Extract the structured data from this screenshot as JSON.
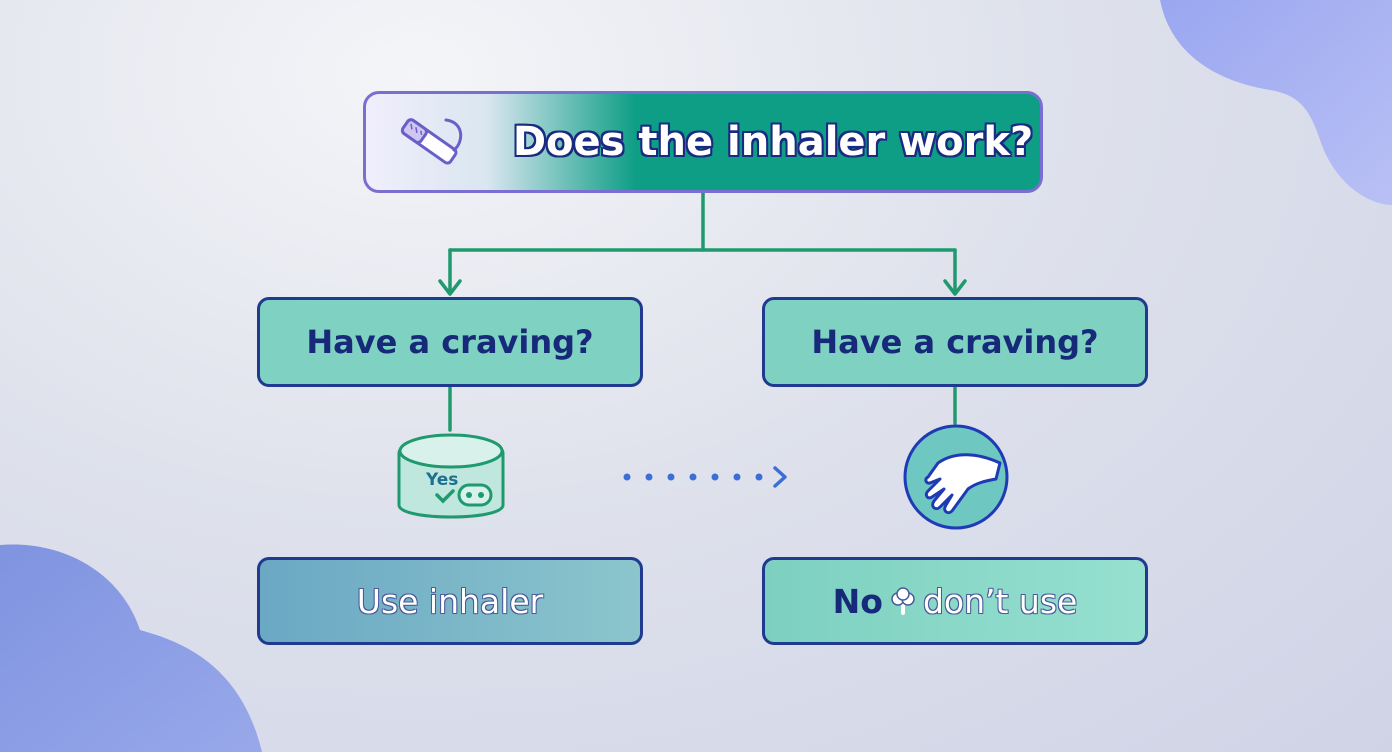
{
  "diagram": {
    "title": "Does the inhaler work?",
    "left_question": "Have a craving?",
    "right_question": "Have a craving?",
    "yes_badge": "Yes",
    "left_answer": "Use inhaler",
    "right_answer_prefix": "No",
    "right_answer_suffix": "don’t use"
  },
  "icons": {
    "title": "cigarette-icon",
    "yes": "yes-check-container-icon",
    "hand": "stop-hand-icon",
    "inline": "smoke-puff-icon"
  },
  "colors": {
    "teal": "#0e9e86",
    "mint": "#7fd1c1",
    "navy": "#1f3a8f",
    "connector": "#1e9a6e",
    "dots": "#3b6fd6"
  }
}
